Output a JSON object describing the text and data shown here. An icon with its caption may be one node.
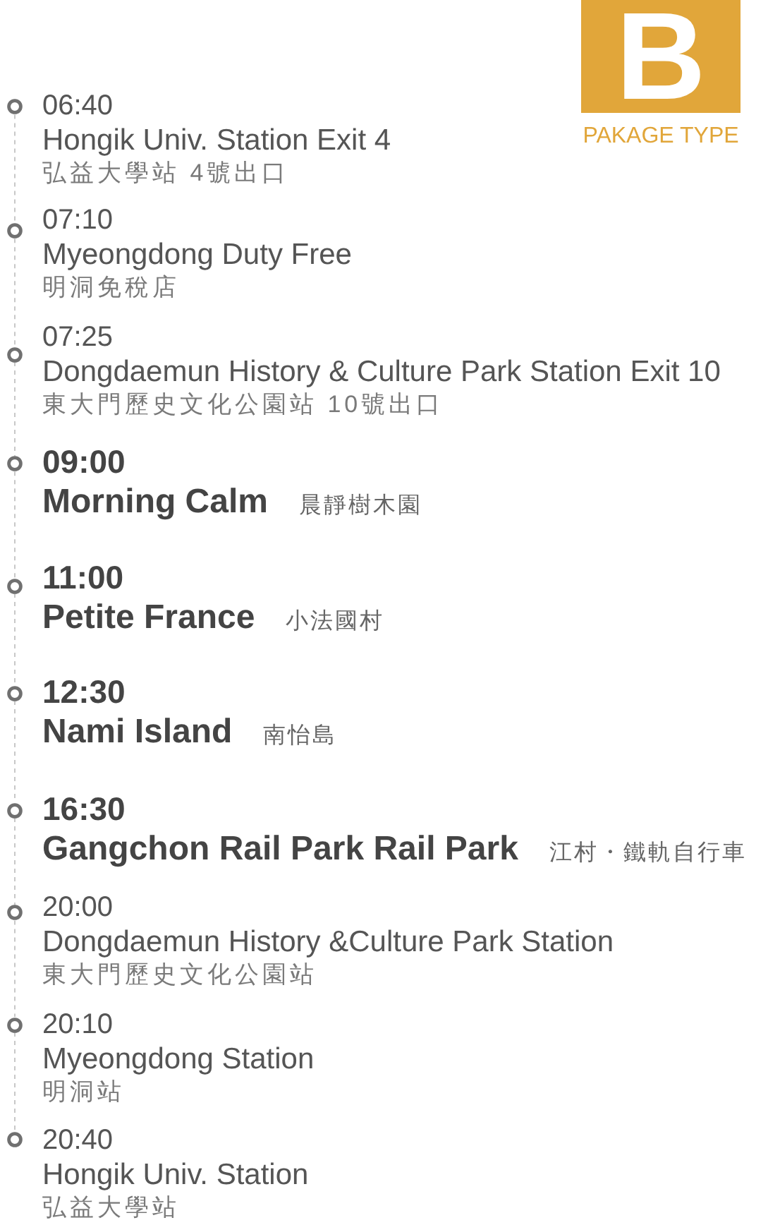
{
  "diagram": {
    "nodes": [
      {
        "text": [
          "B"
        ],
        "beside": [
          "PAKAGE TYPE"
        ]
      },
      {
        "text": [],
        "shape": "circle",
        "beside": [
          "06:40",
          "Hongik Univ. Station Exit 4",
          "弘益大學站 4號出口"
        ]
      },
      {
        "text": [],
        "shape": "circle",
        "beside": [
          "07:10",
          "Myeongdong Duty Free",
          "明洞免稅店"
        ]
      },
      {
        "text": [],
        "shape": "circle",
        "beside": [
          "07:25",
          "Dongdaemun History & Culture Park Station Exit 10",
          "東大門歷史文化公園站 10號出口"
        ]
      },
      {
        "text": [],
        "shape": "circle",
        "beside": [
          "09:00",
          "Morning Calm",
          "晨靜樹木園"
        ]
      },
      {
        "text": [],
        "shape": "circle",
        "beside": [
          "11:00",
          "Petite France",
          "小法國村"
        ]
      },
      {
        "text": [],
        "shape": "circle",
        "beside": [
          "12:30",
          "Nami Island",
          "南怡島"
        ]
      },
      {
        "text": [],
        "shape": "circle",
        "beside": [
          "16:30",
          "Gangchon Rail Park Rail Park",
          "江村・鐵軌自行車"
        ]
      },
      {
        "text": [],
        "shape": "circle",
        "beside": [
          "20:00",
          "Dongdaemun History &Culture Park Station",
          "東大門歷史文化公園站"
        ]
      },
      {
        "text": [],
        "shape": "circle",
        "beside": [
          "20:10",
          "Myeongdong Station",
          "明洞站"
        ]
      },
      {
        "text": [],
        "shape": "circle",
        "beside": [
          "20:40",
          "Hongik Univ. Station",
          "弘益大學站"
        ]
      }
    ],
    "edges": [
      {
        "from": 1,
        "to": 2,
        "arrow": "none",
        "style": "dashed"
      },
      {
        "from": 2,
        "to": 3,
        "arrow": "none",
        "style": "dashed"
      },
      {
        "from": 3,
        "to": 4,
        "arrow": "none",
        "style": "dashed"
      },
      {
        "from": 4,
        "to": 5,
        "arrow": "none",
        "style": "dashed"
      },
      {
        "from": 5,
        "to": 6,
        "arrow": "none",
        "style": "dashed"
      },
      {
        "from": 6,
        "to": 7,
        "arrow": "none",
        "style": "dashed"
      },
      {
        "from": 7,
        "to": 8,
        "arrow": "none",
        "style": "dashed"
      },
      {
        "from": 8,
        "to": 9,
        "arrow": "none",
        "style": "dashed"
      },
      {
        "from": 9,
        "to": 10,
        "arrow": "none",
        "style": "dashed"
      }
    ]
  }
}
